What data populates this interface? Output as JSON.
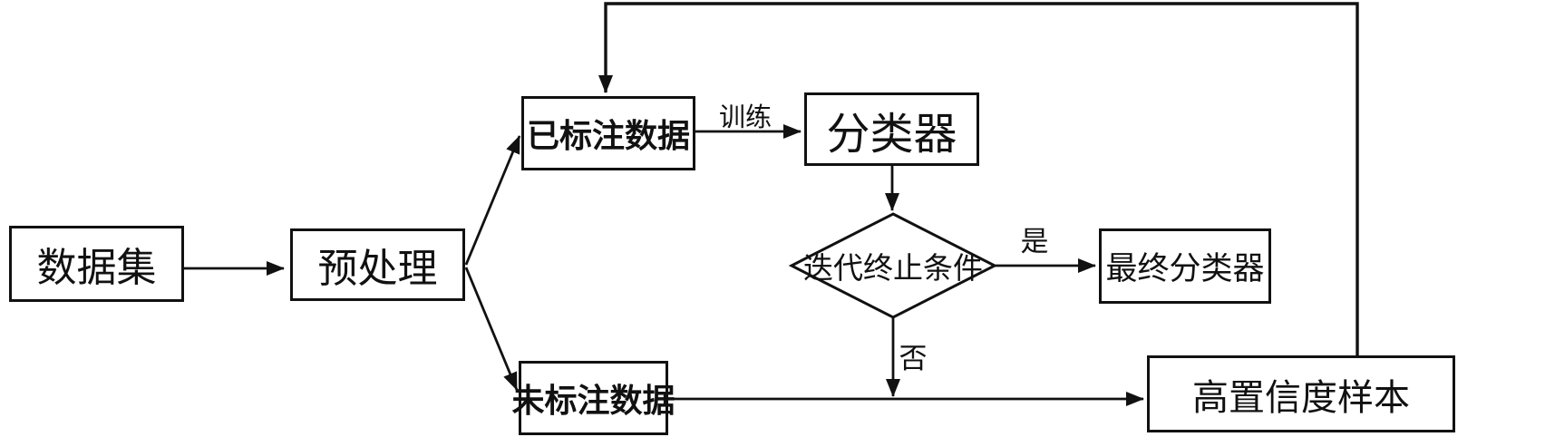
{
  "diagram": {
    "nodes": {
      "dataset": {
        "label": "数据集"
      },
      "preprocess": {
        "label": "预处理"
      },
      "labeled_data": {
        "label": "已标注数据"
      },
      "unlabeled_data": {
        "label": "未标注数据"
      },
      "classifier": {
        "label": "分类器"
      },
      "termination_condition": {
        "label": "迭代终止条件"
      },
      "final_classifier": {
        "label": "最终分类器"
      },
      "high_confidence_samples": {
        "label": "高置信度样本"
      }
    },
    "edge_labels": {
      "train": "训练",
      "yes": "是",
      "no": "否"
    },
    "colors": {
      "stroke": "#111111",
      "background": "#ffffff"
    }
  }
}
